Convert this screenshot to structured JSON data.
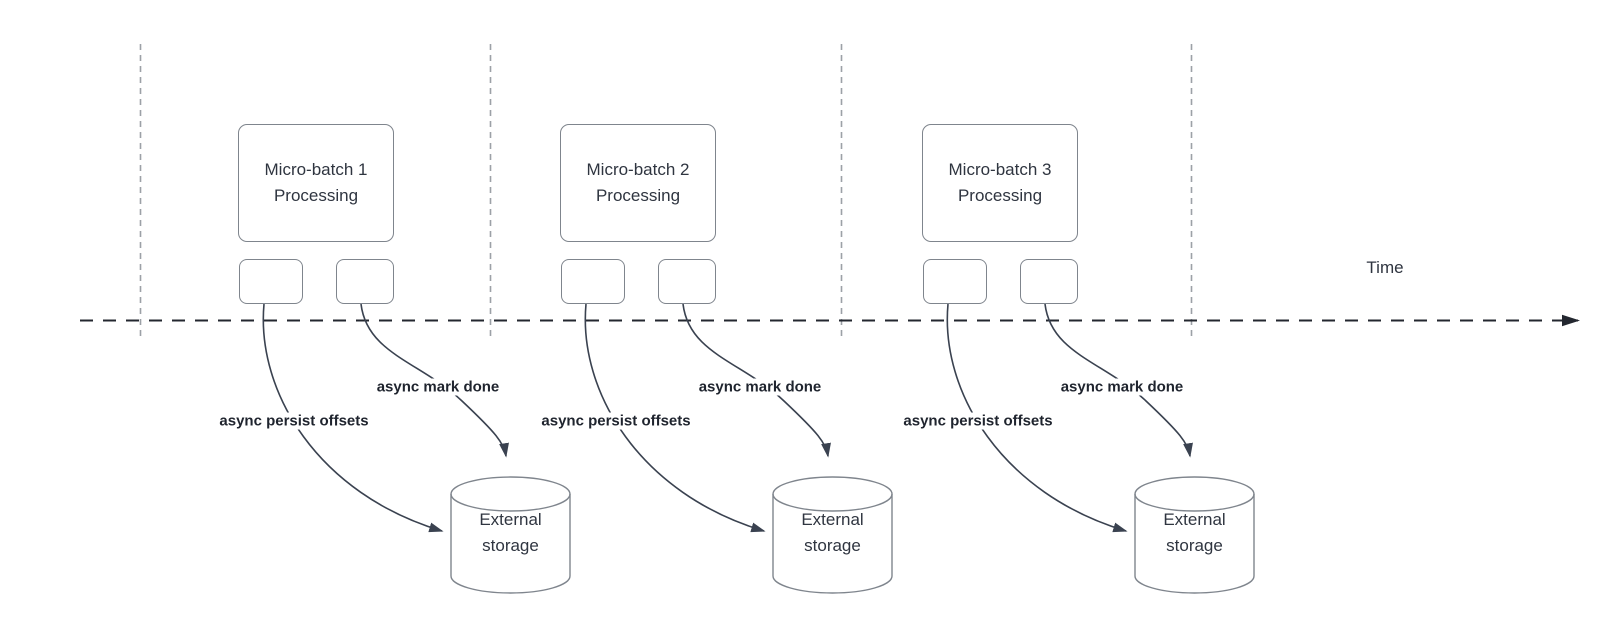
{
  "diagram": {
    "time_label": "Time",
    "colors": {
      "shape_stroke": "#7f858d",
      "arrow": "#3a4250",
      "axis": "#23272f",
      "guide_line": "#9ca1a7",
      "shape_text": "#2f3540",
      "bold_label": "#1f242e",
      "background": "#ffffff"
    }
  },
  "groups": [
    {
      "processor_line1": "Micro-batch 1",
      "processor_line2": "Processing",
      "persist_label": "async persist offsets",
      "mark_done_label": "async mark done",
      "storage_line1": "External",
      "storage_line2": "storage"
    },
    {
      "processor_line1": "Micro-batch 2",
      "processor_line2": "Processing",
      "persist_label": "async persist offsets",
      "mark_done_label": "async mark done",
      "storage_line1": "External",
      "storage_line2": "storage"
    },
    {
      "processor_line1": "Micro-batch 3",
      "processor_line2": "Processing",
      "persist_label": "async persist offsets",
      "mark_done_label": "async mark done",
      "storage_line1": "External",
      "storage_line2": "storage"
    }
  ]
}
